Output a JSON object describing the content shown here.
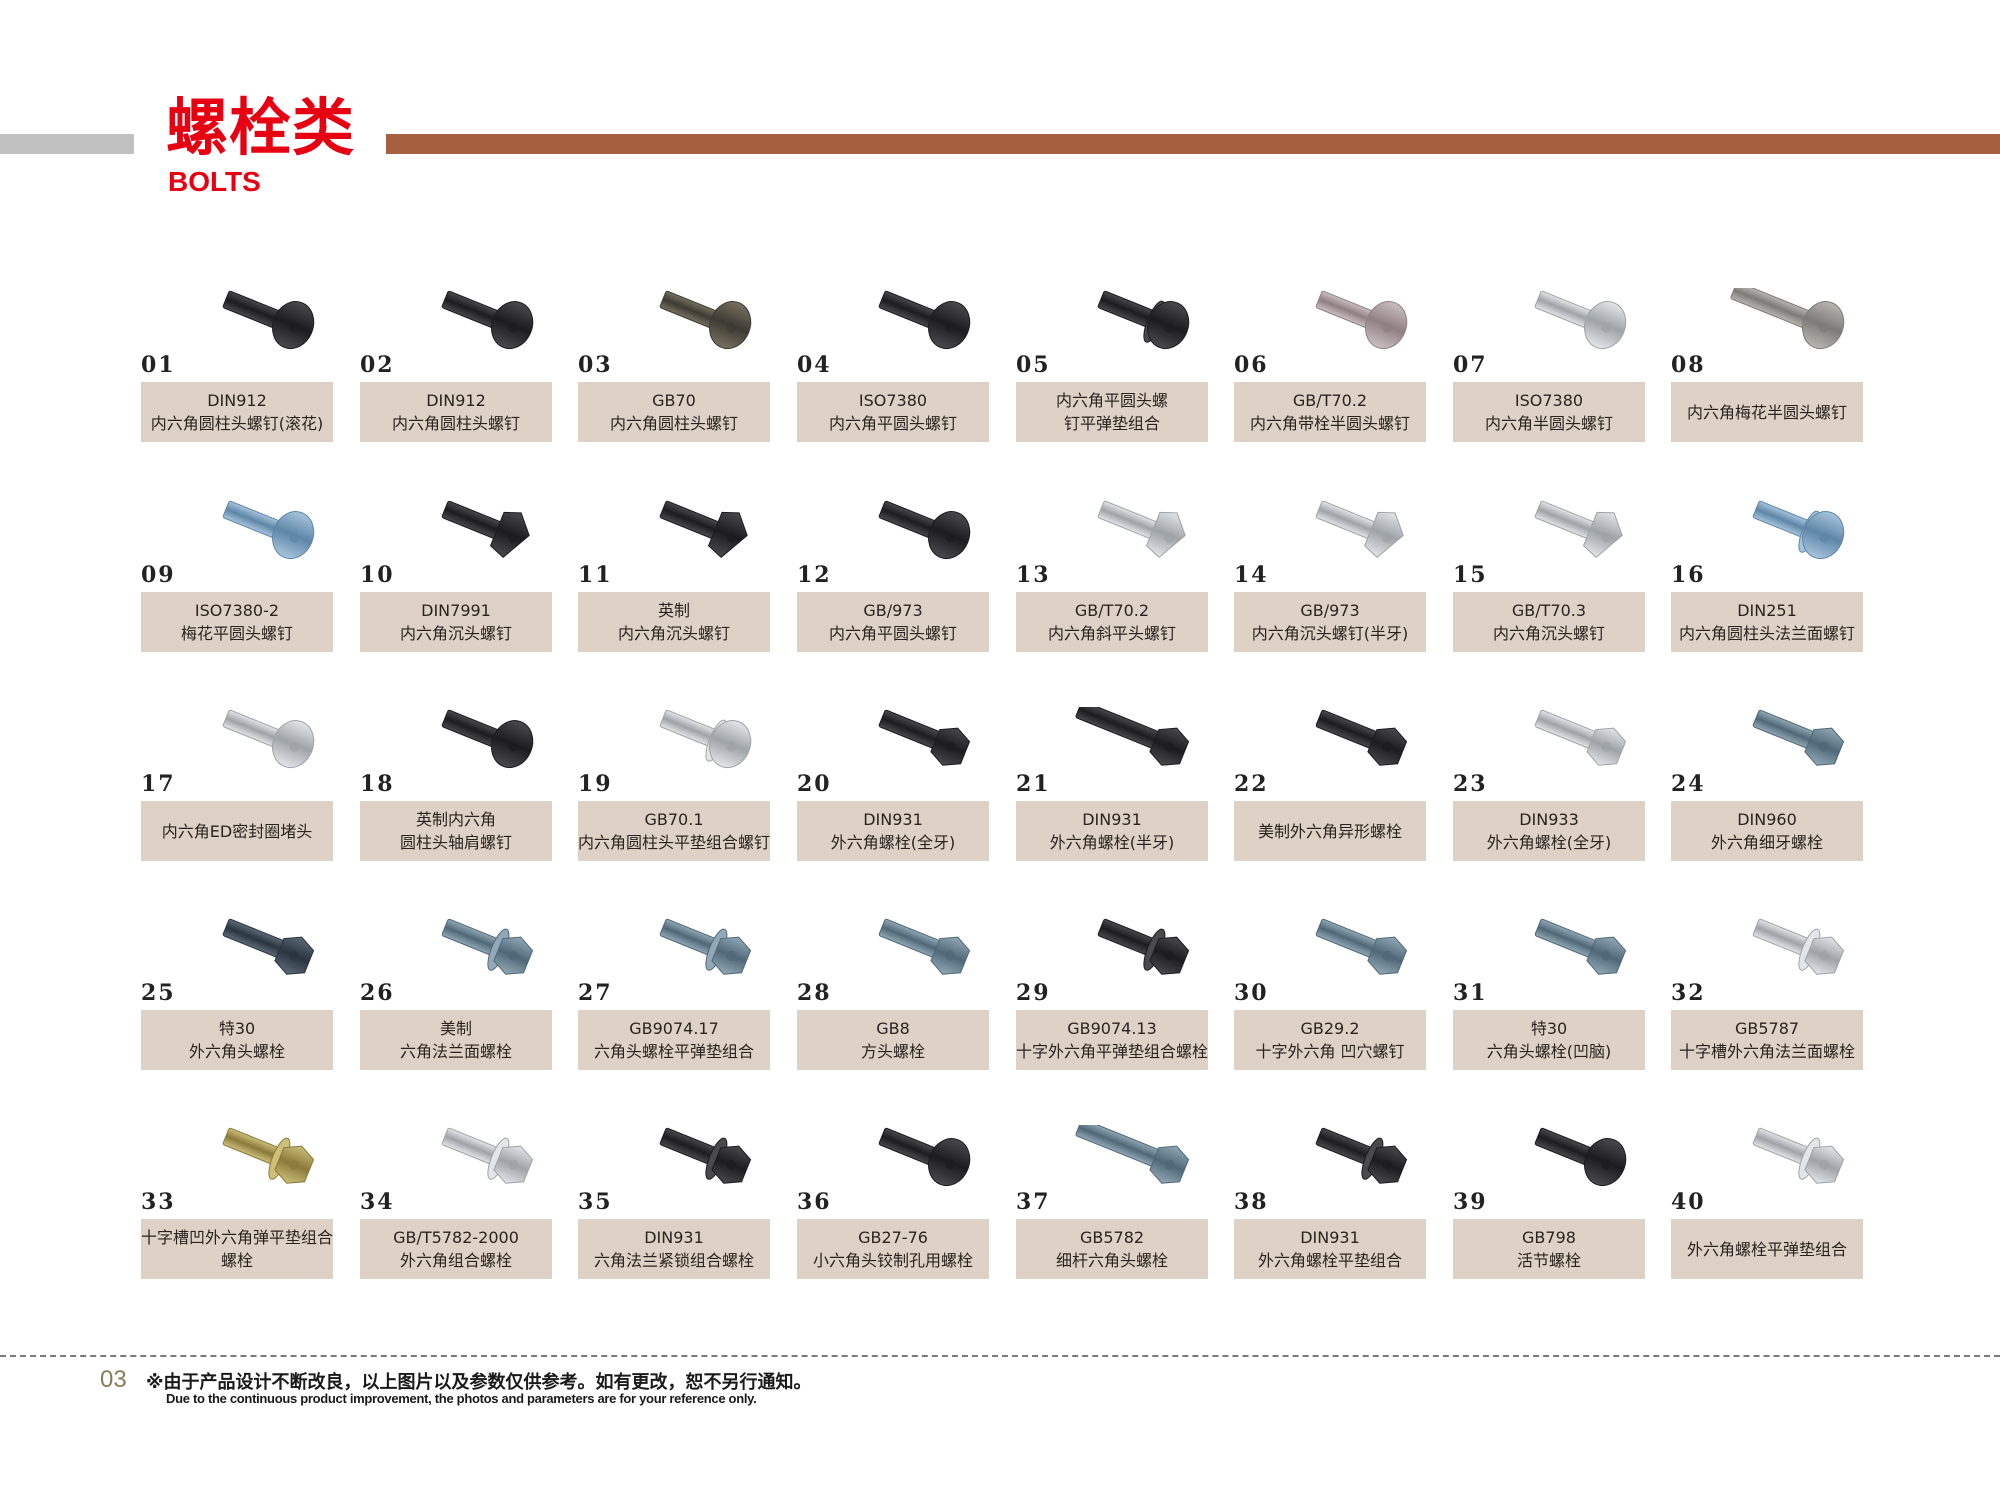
{
  "header": {
    "title_cn": "螺栓类",
    "title_en": "BOLTS",
    "colors": {
      "title": "#e60012",
      "bar_left": "#c0c0c0",
      "bar_right": "#a65f3f",
      "label_bg": "#ddd2c5"
    }
  },
  "items": [
    {
      "num": "01",
      "code": "DIN912",
      "name": "内六角圆柱头螺钉(滚花)",
      "tone": "black",
      "shape": "socket-cap"
    },
    {
      "num": "02",
      "code": "DIN912",
      "name": "内六角圆柱头螺钉",
      "tone": "black",
      "shape": "socket-cap"
    },
    {
      "num": "03",
      "code": "GB70",
      "name": "内六角圆柱头螺钉",
      "tone": "darkbronze",
      "shape": "socket-cap"
    },
    {
      "num": "04",
      "code": "ISO7380",
      "name": "内六角平圆头螺钉",
      "tone": "black",
      "shape": "button"
    },
    {
      "num": "05",
      "code": "内六角平圆头螺",
      "name": "钉平弹垫组合",
      "tone": "black",
      "shape": "button-washer"
    },
    {
      "num": "06",
      "code": "GB/T70.2",
      "name": "内六角带栓半圆头螺钉",
      "tone": "rose",
      "shape": "button"
    },
    {
      "num": "07",
      "code": "ISO7380",
      "name": "内六角半圆头螺钉",
      "tone": "silver",
      "shape": "button"
    },
    {
      "num": "08",
      "code": "",
      "name": "内六角梅花半圆头螺钉",
      "tone": "steel",
      "shape": "button-long"
    },
    {
      "num": "09",
      "code": "ISO7380-2",
      "name": "梅花平圆头螺钉",
      "tone": "blue",
      "shape": "button"
    },
    {
      "num": "10",
      "code": "DIN7991",
      "name": "内六角沉头螺钉",
      "tone": "black",
      "shape": "countersunk"
    },
    {
      "num": "11",
      "code": "英制",
      "name": "内六角沉头螺钉",
      "tone": "black",
      "shape": "countersunk-short"
    },
    {
      "num": "12",
      "code": "GB/973",
      "name": "内六角平圆头螺钉",
      "tone": "black",
      "shape": "button"
    },
    {
      "num": "13",
      "code": "GB/T70.2",
      "name": "内六角斜平头螺钉",
      "tone": "silver",
      "shape": "countersunk"
    },
    {
      "num": "14",
      "code": "GB/973",
      "name": "内六角沉头螺钉(半牙)",
      "tone": "silver",
      "shape": "countersunk"
    },
    {
      "num": "15",
      "code": "GB/T70.3",
      "name": "内六角沉头螺钉",
      "tone": "silver",
      "shape": "countersunk"
    },
    {
      "num": "16",
      "code": "DIN251",
      "name": "内六角圆柱头法兰面螺钉",
      "tone": "blue",
      "shape": "flange-cap"
    },
    {
      "num": "17",
      "code": "",
      "name": "内六角ED密封圈堵头",
      "tone": "silver",
      "shape": "plug"
    },
    {
      "num": "18",
      "code": "英制内六角",
      "name": "圆柱头轴肩螺钉",
      "tone": "black",
      "shape": "shoulder"
    },
    {
      "num": "19",
      "code": "GB70.1",
      "name": "内六角圆柱头平垫组合螺钉",
      "tone": "silver",
      "shape": "socket-washer"
    },
    {
      "num": "20",
      "code": "DIN931",
      "name": "外六角螺栓(全牙)",
      "tone": "black",
      "shape": "hex"
    },
    {
      "num": "21",
      "code": "DIN931",
      "name": "外六角螺栓(半牙)",
      "tone": "black",
      "shape": "hex-long"
    },
    {
      "num": "22",
      "code": "",
      "name": "美制外六角异形螺栓",
      "tone": "black",
      "shape": "hex"
    },
    {
      "num": "23",
      "code": "DIN933",
      "name": "外六角螺栓(全牙)",
      "tone": "silver",
      "shape": "hex"
    },
    {
      "num": "24",
      "code": "DIN960",
      "name": "外六角细牙螺栓",
      "tone": "bluegray",
      "shape": "hex"
    },
    {
      "num": "25",
      "code": "特30",
      "name": "外六角头螺栓",
      "tone": "darkblue",
      "shape": "hex"
    },
    {
      "num": "26",
      "code": "美制",
      "name": "六角法兰面螺栓",
      "tone": "bluegray",
      "shape": "hex-flange"
    },
    {
      "num": "27",
      "code": "GB9074.17",
      "name": "六角头螺栓平弹垫组合",
      "tone": "bluegray",
      "shape": "hex-washer"
    },
    {
      "num": "28",
      "code": "GB8",
      "name": "方头螺栓",
      "tone": "bluegray",
      "shape": "square"
    },
    {
      "num": "29",
      "code": "GB9074.13",
      "name": "十字外六角平弹垫组合螺栓",
      "tone": "black",
      "shape": "hex-washer"
    },
    {
      "num": "30",
      "code": "GB29.2",
      "name": "十字外六角 凹穴螺钉",
      "tone": "bluegray",
      "shape": "hex"
    },
    {
      "num": "31",
      "code": "特30",
      "name": "六角头螺栓(凹脑)",
      "tone": "bluegray",
      "shape": "hex"
    },
    {
      "num": "32",
      "code": "GB5787",
      "name": "十字槽外六角法兰面螺栓",
      "tone": "silver",
      "shape": "hex-flange-pair"
    },
    {
      "num": "33",
      "code": "十字槽凹外六角弹平垫组合",
      "name": "螺栓",
      "tone": "gold",
      "shape": "hex-washer-short"
    },
    {
      "num": "34",
      "code": "GB/T5782-2000",
      "name": "外六角组合螺栓",
      "tone": "silver",
      "shape": "hex-nut"
    },
    {
      "num": "35",
      "code": "DIN931",
      "name": "六角法兰紧锁组合螺栓",
      "tone": "black",
      "shape": "hex-nut"
    },
    {
      "num": "36",
      "code": "GB27-76",
      "name": "小六角头铰制孔用螺栓",
      "tone": "black",
      "shape": "shoulder"
    },
    {
      "num": "37",
      "code": "GB5782",
      "name": "细杆六角头螺栓",
      "tone": "bluegray",
      "shape": "hex-thin"
    },
    {
      "num": "38",
      "code": "DIN931",
      "name": "外六角螺栓平垫组合",
      "tone": "black",
      "shape": "hex-washer"
    },
    {
      "num": "39",
      "code": "GB798",
      "name": "活节螺栓",
      "tone": "black",
      "shape": "eye"
    },
    {
      "num": "40",
      "code": "",
      "name": "外六角螺栓平弹垫组合",
      "tone": "silver",
      "shape": "hex-washer-short"
    }
  ],
  "footer": {
    "page": "03",
    "note_cn": "※由于产品设计不断改良，以上图片以及参数仅供参考。如有更改，恕不另行通知。",
    "note_en": "Due to the continuous product improvement, the photos and parameters are for your reference only."
  }
}
